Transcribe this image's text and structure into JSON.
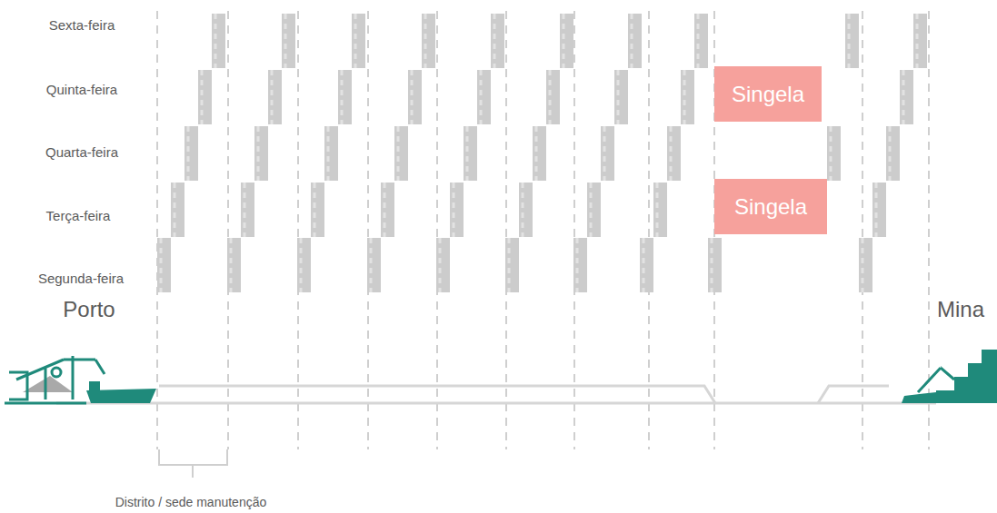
{
  "diagram": {
    "nodes": [
      {
        "text": [
          "Singela"
        ]
      },
      {
        "text": [
          "Singela"
        ]
      }
    ],
    "labels": [
      "Sexta-feira",
      "Quinta-feira",
      "Quarta-feira",
      "Terça-feira",
      "Segunda-feira",
      "Porto",
      "Mina",
      "Distrito / sede manutenção"
    ]
  }
}
